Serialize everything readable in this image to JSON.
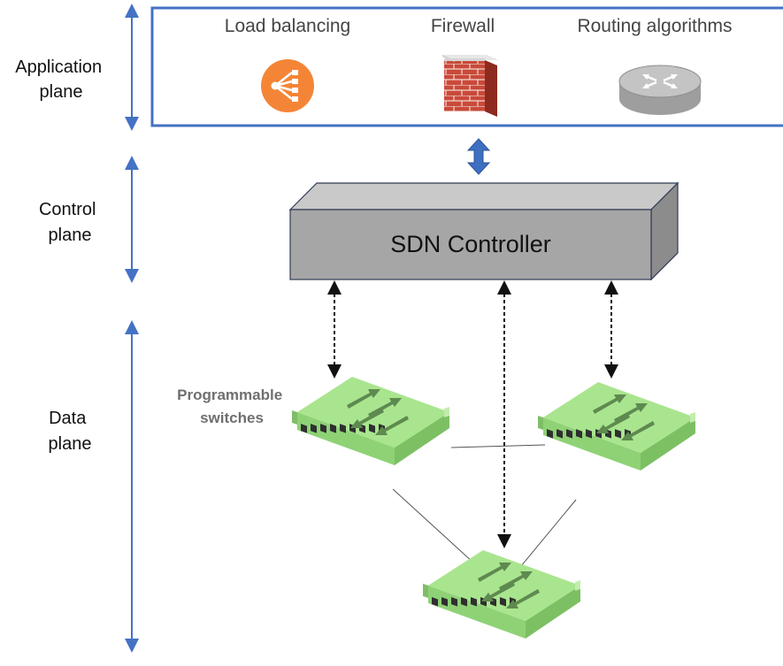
{
  "planes": {
    "application": {
      "line1": "Application",
      "line2": "plane"
    },
    "control": {
      "line1": "Control",
      "line2": "plane"
    },
    "data": {
      "line1": "Data",
      "line2": "plane"
    }
  },
  "apps": {
    "load_balancing": {
      "label": "Load balancing",
      "icon": "load-balancer-icon"
    },
    "firewall": {
      "label": "Firewall",
      "icon": "brick-wall-icon"
    },
    "routing": {
      "label": "Routing algorithms",
      "icon": "router-icon"
    }
  },
  "controller": {
    "label": "SDN Controller"
  },
  "switches": {
    "line1": "Programmable",
    "line2": "switches"
  },
  "colors": {
    "plane_axis": "#4472C4",
    "app_box_border": "#4472C4",
    "lb_orange": "#F58536",
    "firewall_red": "#C0392B",
    "controller_front": "#A6A6A6",
    "controller_top": "#C9C9C9",
    "controller_side": "#8C8C8C",
    "switch_green": "#A9E58E",
    "switch_arrow": "#5E8A50"
  }
}
